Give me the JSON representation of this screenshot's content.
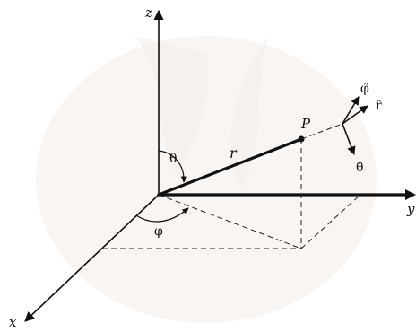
{
  "labels": {
    "z": "z",
    "y": "y",
    "x": "x",
    "theta": "θ",
    "phi": "φ",
    "r": "r",
    "P": "P",
    "phi_hat": "φ̂",
    "r_hat": "r̂",
    "theta_hat": "θ̂"
  },
  "colors": {
    "ink": "#111111",
    "watermark": "#f4ede7"
  }
}
